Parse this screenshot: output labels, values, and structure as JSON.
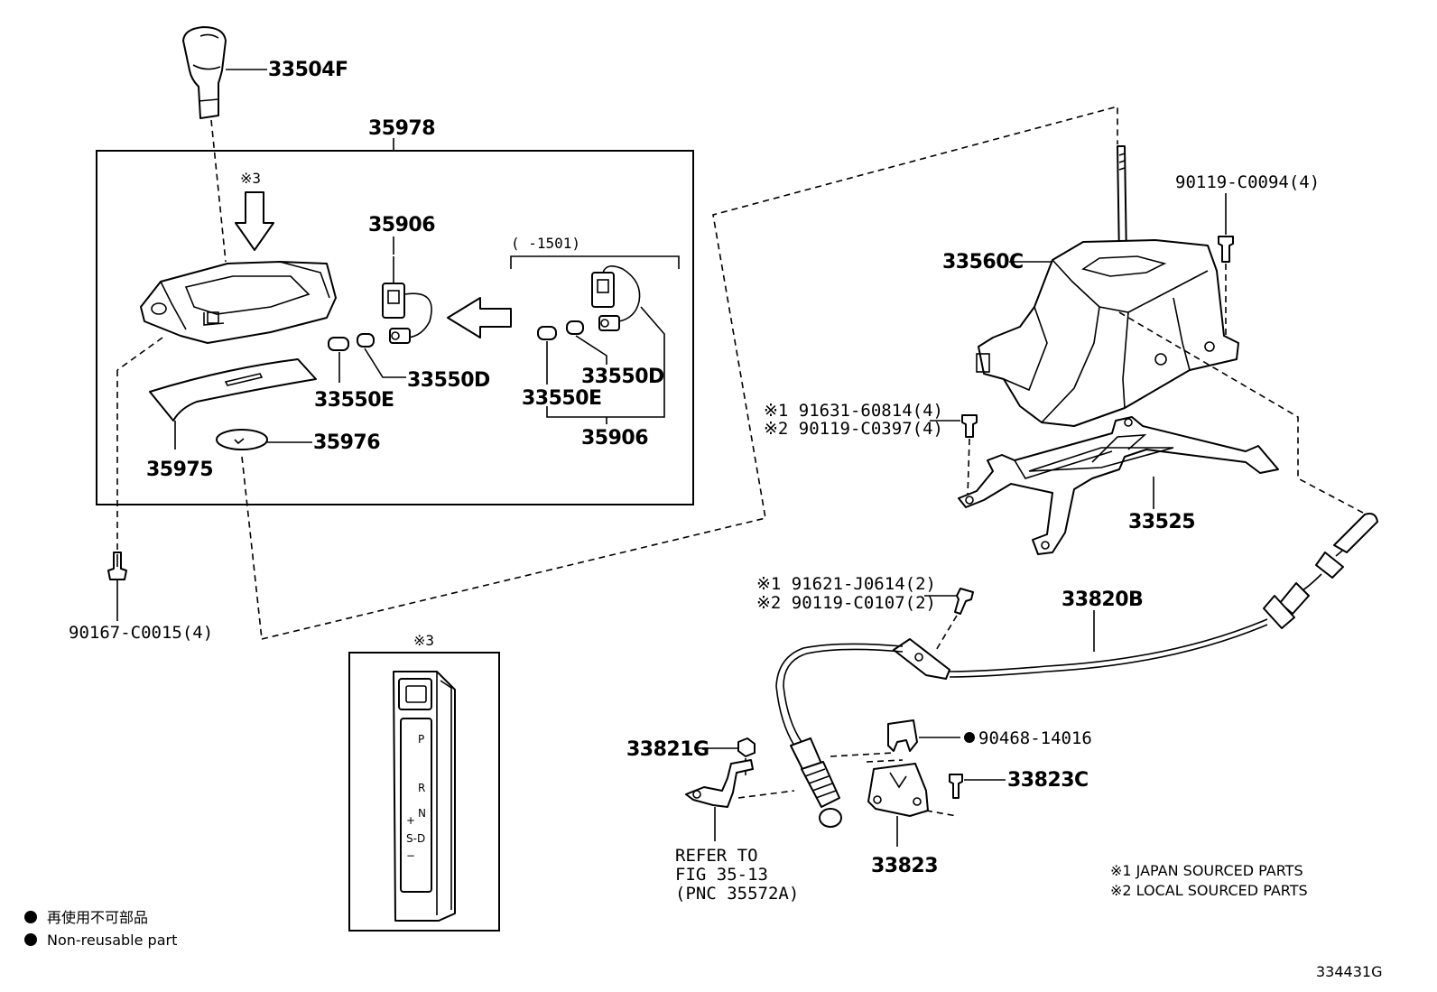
{
  "labels": {
    "knob": "33504F",
    "housing_assy": "35978",
    "note3_top": "※3",
    "socket_main": "35906",
    "range_note": "(      -1501)",
    "bulb_main": "33550D",
    "lens_main": "33550E",
    "bulb_alt": "33550D",
    "lens_alt": "33550E",
    "socket_alt": "35906",
    "dust_cover": "35975",
    "plate": "35976",
    "screw_left": "90167-C0015(4)",
    "lever_assy": "33560C",
    "bolt_top_right": "90119-C0094(4)",
    "bolt_bracket_1": "※1 91631-60814(4)",
    "bolt_bracket_2": "※2 90119-C0397(4)",
    "bracket": "33525",
    "bolt_cable_1": "※1 91621-J0614(2)",
    "bolt_cable_2": "※2 90119-C0107(2)",
    "cable": "33820B",
    "nut": "33821G",
    "clip": "90468-14016",
    "bolt_retainer": "33823C",
    "retainer": "33823",
    "refer_1": "REFER TO",
    "refer_2": "FIG 35-13",
    "refer_3": "(PNC 35572A)",
    "note3_inset": "※3"
  },
  "shift_pattern": [
    "P",
    "R",
    "N",
    "+",
    "S-D",
    "−"
  ],
  "notes": {
    "japan": "※1 JAPAN SOURCED PARTS",
    "local": "※2 LOCAL SOURCED PARTS",
    "nonreuse_jp": "再使用不可部品",
    "nonreuse_en": "Non-reusable part",
    "figure_id": "334431G"
  }
}
